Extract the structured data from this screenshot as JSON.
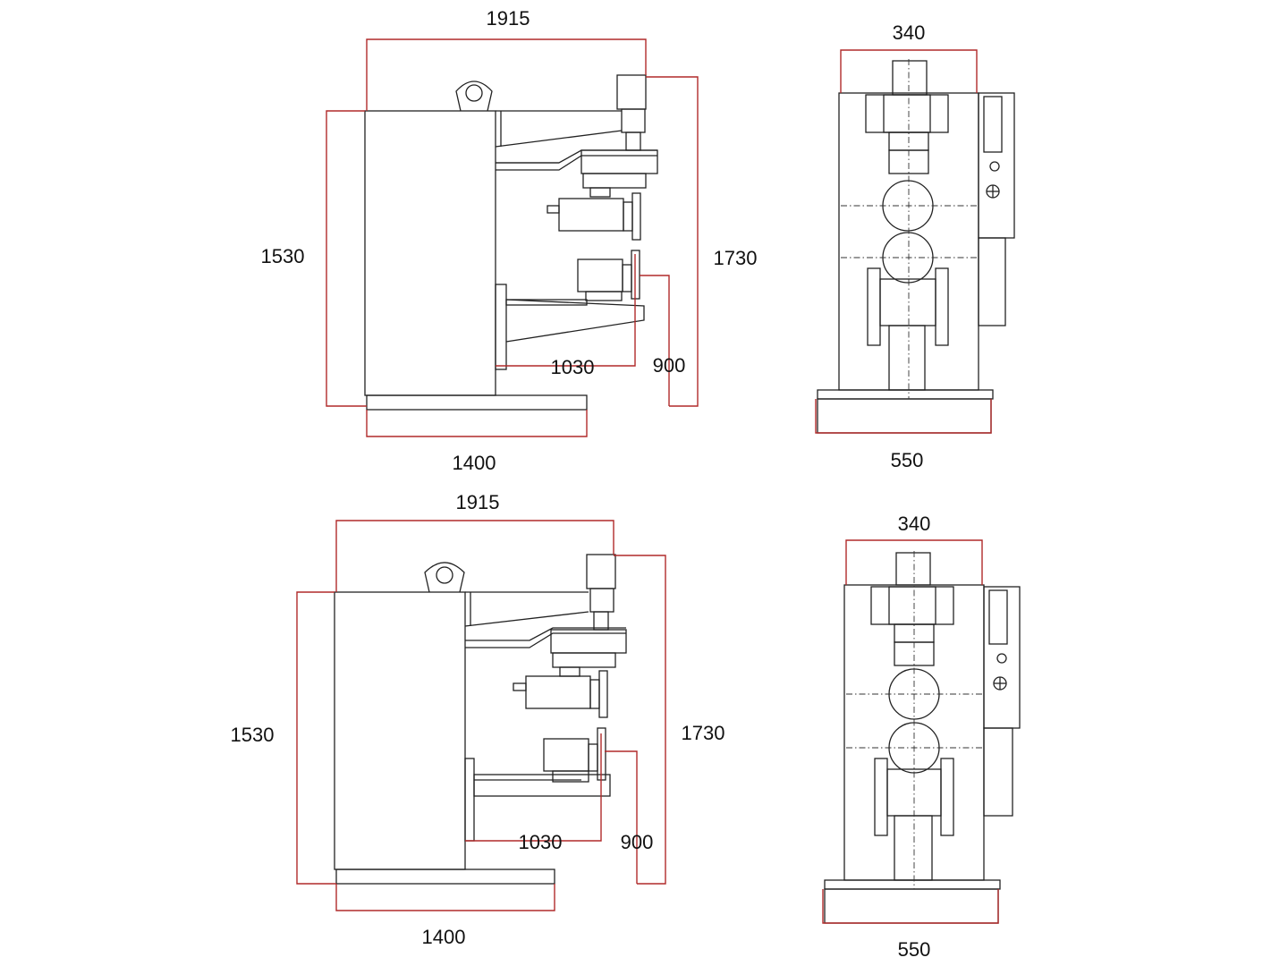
{
  "colors": {
    "outline": "#222222",
    "dimension_line": "#b02a2a",
    "background": "#ffffff"
  },
  "views": [
    {
      "side": {
        "top_width": "1915",
        "left_height": "1530",
        "right_height": "1730",
        "inner_reach": "1030",
        "inner_height": "900",
        "base_width": "1400"
      },
      "front": {
        "top_width": "340",
        "base_width": "550"
      }
    },
    {
      "side": {
        "top_width": "1915",
        "left_height": "1530",
        "right_height": "1730",
        "inner_reach": "1030",
        "inner_height": "900",
        "base_width": "1400"
      },
      "front": {
        "top_width": "340",
        "base_width": "550"
      }
    }
  ]
}
